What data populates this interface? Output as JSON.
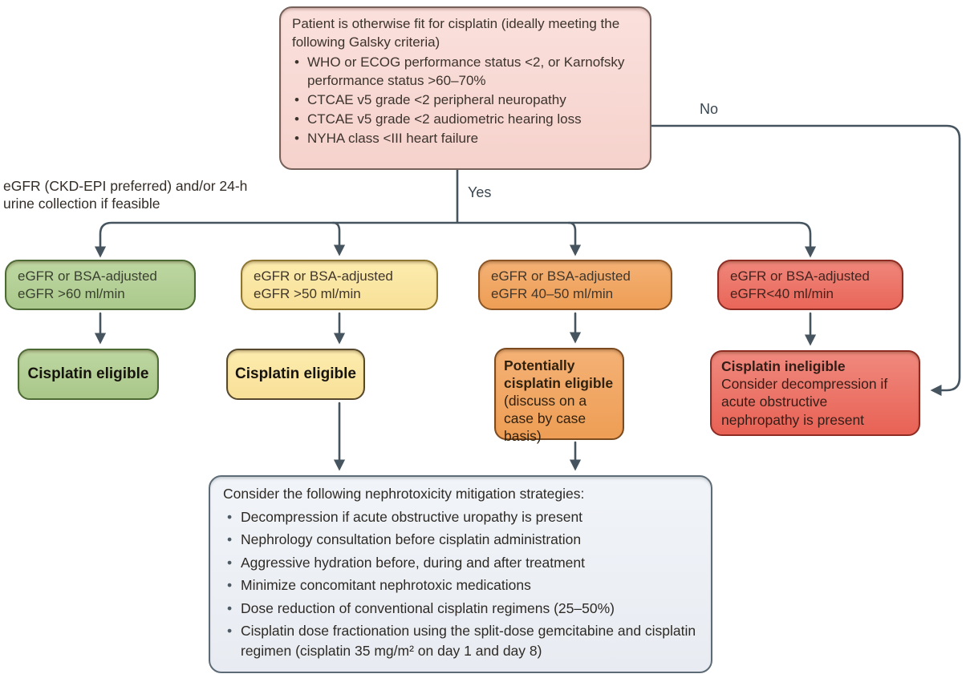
{
  "palette": {
    "connector_line": "#45545e",
    "top_box_fill": "#f8d9d4",
    "top_box_border": "#75615a",
    "green_fill": "#b4cf95",
    "green_border": "#4c6a33",
    "yellow_fill": "#fae6a3",
    "yellow_border": "#8f7630",
    "orange_fill": "#f1a765",
    "orange_border": "#8c5423",
    "red_fill": "#ec7467",
    "red_border": "#8e2b22",
    "gray_fill": "#edf0f5",
    "gray_border": "#5d6b76"
  },
  "labels": {
    "yes": "Yes",
    "no": "No"
  },
  "egfr_note": {
    "text": "eGFR (CKD-EPI preferred) and/or 24-h urine collection if feasible"
  },
  "top_box": {
    "intro": "Patient is otherwise fit for cisplatin (ideally meeting the following Galsky criteria)",
    "bullets": [
      "WHO or ECOG performance status <2, or Karnofsky performance status >60–70%",
      "CTCAE v5 grade <2 peripheral neuropathy",
      "CTCAE v5 grade <2 audiometric hearing loss",
      "NYHA class <III heart failure"
    ]
  },
  "criteria_boxes": [
    {
      "color": "green",
      "line1": "eGFR or BSA-adjusted",
      "line2": "eGFR >60 ml/min"
    },
    {
      "color": "yellow",
      "line1": "eGFR or BSA-adjusted",
      "line2": "eGFR >50 ml/min"
    },
    {
      "color": "orange",
      "line1": "eGFR or BSA-adjusted",
      "line2": "eGFR 40–50 ml/min"
    },
    {
      "color": "red",
      "line1": "eGFR or BSA-adjusted",
      "line2": "eGFR<40 ml/min"
    }
  ],
  "outcomes": [
    {
      "color": "green",
      "title": "Cisplatin eligible",
      "note": ""
    },
    {
      "color": "yellow",
      "title": "Cisplatin eligible",
      "note": ""
    },
    {
      "color": "orange",
      "title": "Potentially cisplatin eligible",
      "note": "(discuss on a case by case basis)"
    },
    {
      "color": "red",
      "title": "Cisplatin ineligible",
      "note": "Consider decompression if acute obstructive nephropathy is present"
    }
  ],
  "mitigation": {
    "title": "Consider the following nephrotoxicity mitigation strategies:",
    "bullets": [
      "Decompression if acute obstructive uropathy is present",
      "Nephrology consultation before cisplatin administration",
      "Aggressive hydration before, during and after treatment",
      "Minimize concomitant nephrotoxic medications",
      "Dose reduction of conventional cisplatin regimens (25–50%)",
      "Cisplatin dose fractionation using the split-dose gemcitabine and cisplatin regimen (cisplatin 35 mg/m² on day 1 and day 8)"
    ]
  }
}
